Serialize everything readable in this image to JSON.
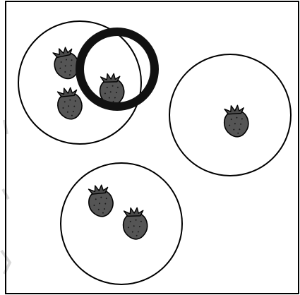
{
  "scene": {
    "colors": {
      "frame": "#000000",
      "plate_fill": "#ffffff",
      "plate_stroke": "#000000",
      "strawberry_body": "#555555",
      "strawberry_leaf": "#4a4a4a",
      "strawberry_outline": "#000000",
      "seed": "#1a1a1a",
      "ring": "#111111",
      "watermark": "#d9d9d9"
    },
    "plates": [
      {
        "id": "top-left",
        "strawberry_count": 3
      },
      {
        "id": "right",
        "strawberry_count": 1
      },
      {
        "id": "bottom",
        "strawberry_count": 2
      }
    ],
    "icons": {
      "strawberry": "strawberry-icon",
      "ring": "ring-icon"
    }
  }
}
